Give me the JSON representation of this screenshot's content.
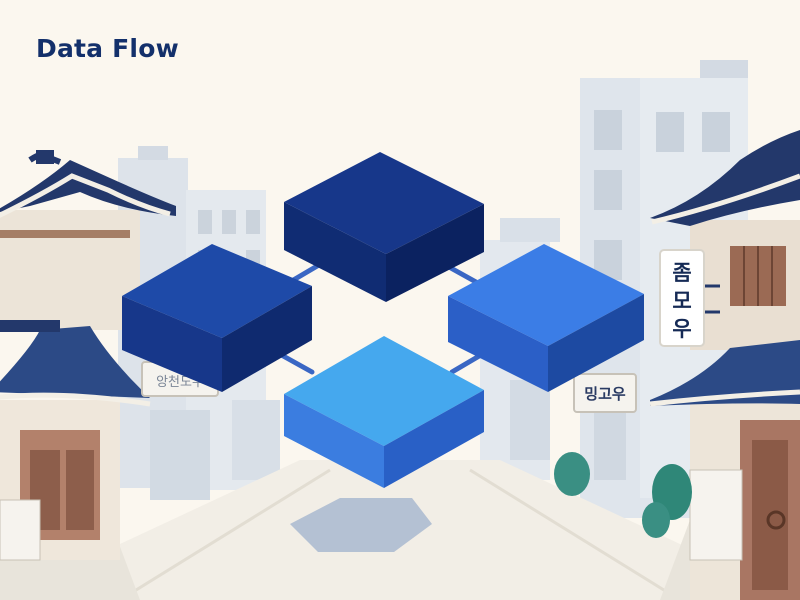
{
  "title": "Data Flow",
  "signs": {
    "left": "앙천도우",
    "right_vertical": [
      "좀",
      "모",
      "우"
    ],
    "right_small": "밍고우"
  },
  "colors": {
    "background": "#fbf7ef",
    "title": "#13306b",
    "block_dark": "#17378a",
    "block_mid": "#1e4aa8",
    "block_bright": "#3b7de6",
    "block_light": "#45a8ee",
    "shadow": "#a9b8cf"
  }
}
